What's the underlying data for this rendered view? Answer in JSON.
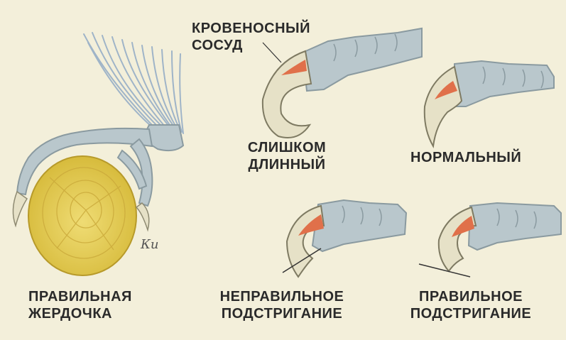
{
  "colors": {
    "background": "#f3efda",
    "toe_fill": "#b9c7cc",
    "toe_stroke": "#8a9aa0",
    "claw_fill": "#e6e1c7",
    "blood_vessel": "#e0704a",
    "perch_wood": "#e8cf58",
    "feathers": "#9fb4c8"
  },
  "labels": {
    "blood_vessel": [
      "КРОВЕНОСНЫЙ",
      "СОСУД"
    ],
    "too_long": [
      "СЛИШКОМ",
      "ДЛИННЫЙ"
    ],
    "normal": [
      "НОРМАЛЬНЫЙ"
    ],
    "correct_perch": [
      "ПРАВИЛЬНАЯ",
      "ЖЕРДОЧКА"
    ],
    "wrong_trim": [
      "НЕПРАВИЛЬНОЕ",
      "ПОДСТРИГАНИЕ"
    ],
    "right_trim": [
      "ПРАВИЛЬНОЕ",
      "ПОДСТРИГАНИЕ"
    ]
  },
  "signature": "Ки",
  "icons": {
    "perch": "bird-foot-on-perch-illustration",
    "too_long": "overgrown-claw-illustration",
    "normal": "normal-claw-illustration",
    "wrong_trim": "wrong-trim-claw-illustration",
    "right_trim": "right-trim-claw-illustration"
  }
}
